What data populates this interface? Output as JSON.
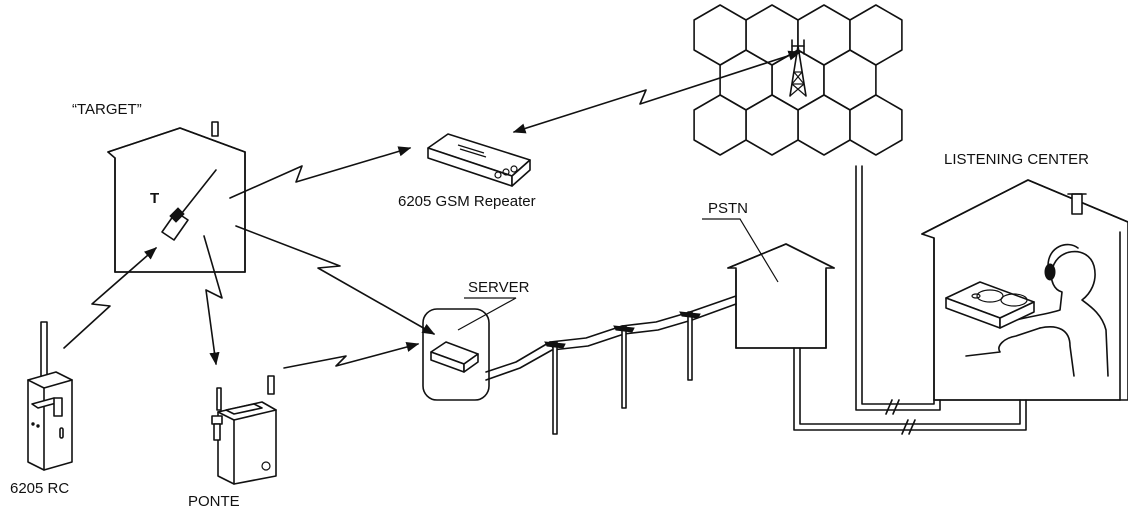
{
  "diagram": {
    "labels": {
      "target": "“TARGET”",
      "target_device_letter": "T",
      "gsm_repeater": "6205 GSM Repeater",
      "listening_center": "LISTENING CENTER",
      "pstn": "PSTN",
      "server": "SERVER",
      "rc": "6205 RC",
      "ponte": "PONTE"
    }
  }
}
